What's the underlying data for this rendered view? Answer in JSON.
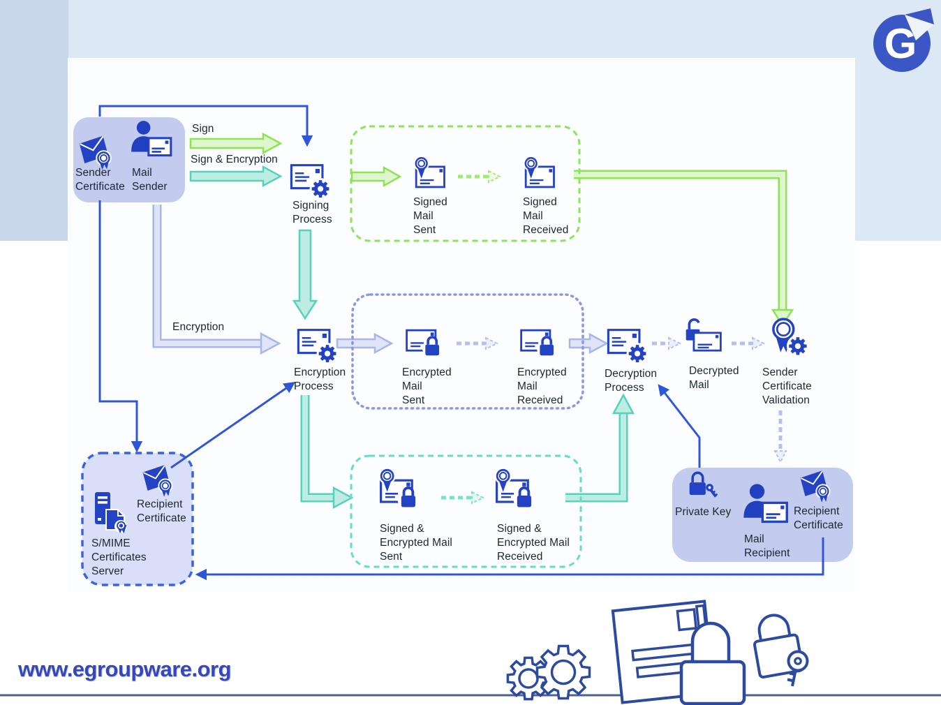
{
  "colors": {
    "icon_blue": "#2443c4",
    "line_blue": "#2f56d9",
    "label_text": "#1c2630",
    "green_stroke": "#8ce353",
    "green_fill": "#def6cd",
    "green_dash": "#a5e87a",
    "teal_stroke": "#56d1bd",
    "teal_fill": "#bdece2",
    "lavender_stroke": "#aab5e8",
    "lavender_fill": "#dfe4f7",
    "lavender_dash": "#b7c0ea",
    "dotted_box_border": "#8b97de",
    "solid_box_fill": "#c3cbef",
    "smime_box_fill": "#d9dff9",
    "smime_box_border": "#3a62e2",
    "panel_bg": "#fcfdfe",
    "bg_top": "#dce8f3",
    "bg_left": "#c9d6e9",
    "footer_blue": "#3447bf",
    "bottom_line": "#4c6191",
    "decorative_navy": "#2c4a9e",
    "logo_blue": "#3b57c6"
  },
  "logo": {
    "letter": "G"
  },
  "flow_labels": {
    "sign": "Sign",
    "sign_and_encryption": "Sign & Encryption",
    "encryption": "Encryption"
  },
  "nodes": {
    "sender_certificate": "Sender\nCertificate",
    "mail_sender": "Mail\nSender",
    "signing_process": "Signing\nProcess",
    "signed_mail_sent": "Signed\nMail\nSent",
    "signed_mail_received": "Signed\nMail\nReceived",
    "encryption_process": "Encryption\nProcess",
    "encrypted_mail_sent": "Encrypted\nMail\nSent",
    "encrypted_mail_received": "Encrypted\nMail\nReceived",
    "decryption_process": "Decryption\nProcess",
    "decrypted_mail": "Decrypted\nMail",
    "sender_certificate_validation": "Sender\nCertificate\nValidation",
    "signed_encrypted_mail_sent": "Signed &\nEncrypted Mail\nSent",
    "signed_encrypted_mail_received": "Signed &\nEncrypted Mail\nReceived",
    "smime_recipient_certificate": "Recipient\nCertificate",
    "smime_server": "S/MIME\nCertificates\nServer",
    "private_key": "Private Key",
    "mail_recipient": "Mail\nRecipient",
    "recipient_certificate": "Recipient\nCertificate"
  },
  "footer": {
    "url": "www.egroupware.org"
  },
  "icons": {
    "certificate-icon": "tilted filled envelope with rosette seal",
    "person-mail-icon": "user silhouette with envelope",
    "process-icon": "envelope with gear",
    "sealed-mail-icon": "envelope with rosette seal",
    "locked-mail-icon": "envelope with padlock",
    "sealed-locked-mail-icon": "envelope with rosette seal and padlock",
    "open-lock-mail-icon": "open padlock with envelope",
    "rosette-gear-icon": "rosette seal with gear",
    "lock-key-icon": "padlock with key",
    "server-certificate-icon": "server tower with certificate document",
    "egroupware-logo-icon": "blue circle G with folded page corner",
    "decoration-icons": "outline gears, certificate sheet, padlocks and key"
  }
}
